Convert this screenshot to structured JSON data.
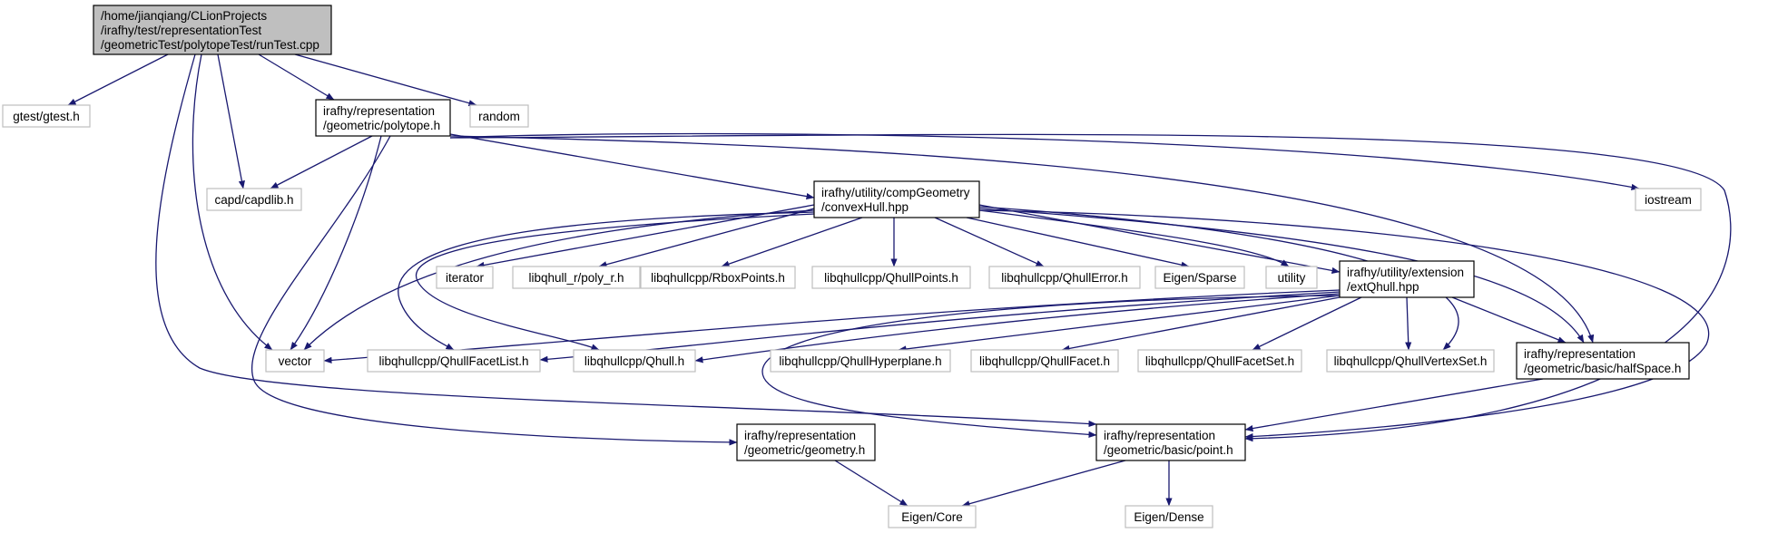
{
  "diagram": {
    "root": {
      "lines": [
        "/home/jianqiang/CLionProjects",
        "/irafhy/test/representationTest",
        "/geometricTest/polytopeTest/runTest.cpp"
      ]
    },
    "nodes": {
      "gtest": {
        "lines": [
          "gtest/gtest.h"
        ]
      },
      "polytope": {
        "lines": [
          "irafhy/representation",
          "/geometric/polytope.h"
        ]
      },
      "random": {
        "lines": [
          "random"
        ]
      },
      "capdlib": {
        "lines": [
          "capd/capdlib.h"
        ]
      },
      "convexhull": {
        "lines": [
          "irafhy/utility/compGeometry",
          "/convexHull.hpp"
        ]
      },
      "iostream": {
        "lines": [
          "iostream"
        ]
      },
      "iterator": {
        "lines": [
          "iterator"
        ]
      },
      "polyr": {
        "lines": [
          "libqhull_r/poly_r.h"
        ]
      },
      "rboxpoints": {
        "lines": [
          "libqhullcpp/RboxPoints.h"
        ]
      },
      "qhullpoints": {
        "lines": [
          "libqhullcpp/QhullPoints.h"
        ]
      },
      "qhullerror": {
        "lines": [
          "libqhullcpp/QhullError.h"
        ]
      },
      "eigensparse": {
        "lines": [
          "Eigen/Sparse"
        ]
      },
      "utility": {
        "lines": [
          "utility"
        ]
      },
      "extqhull": {
        "lines": [
          "irafhy/utility/extension",
          "/extQhull.hpp"
        ]
      },
      "vector": {
        "lines": [
          "vector"
        ]
      },
      "facetlist": {
        "lines": [
          "libqhullcpp/QhullFacetList.h"
        ]
      },
      "qhull": {
        "lines": [
          "libqhullcpp/Qhull.h"
        ]
      },
      "hyperplane": {
        "lines": [
          "libqhullcpp/QhullHyperplane.h"
        ]
      },
      "facet": {
        "lines": [
          "libqhullcpp/QhullFacet.h"
        ]
      },
      "facetset": {
        "lines": [
          "libqhullcpp/QhullFacetSet.h"
        ]
      },
      "vertexset": {
        "lines": [
          "libqhullcpp/QhullVertexSet.h"
        ]
      },
      "halfspace": {
        "lines": [
          "irafhy/representation",
          "/geometric/basic/halfSpace.h"
        ]
      },
      "geometry": {
        "lines": [
          "irafhy/representation",
          "/geometric/geometry.h"
        ]
      },
      "point": {
        "lines": [
          "irafhy/representation",
          "/geometric/basic/point.h"
        ]
      },
      "eigencore": {
        "lines": [
          "Eigen/Core"
        ]
      },
      "eigendense": {
        "lines": [
          "Eigen/Dense"
        ]
      }
    },
    "colors": {
      "edge": "#191970",
      "root_fill": "#bfbfbf",
      "documented_border": "#000000",
      "external_border": "#bfbfbf"
    }
  }
}
